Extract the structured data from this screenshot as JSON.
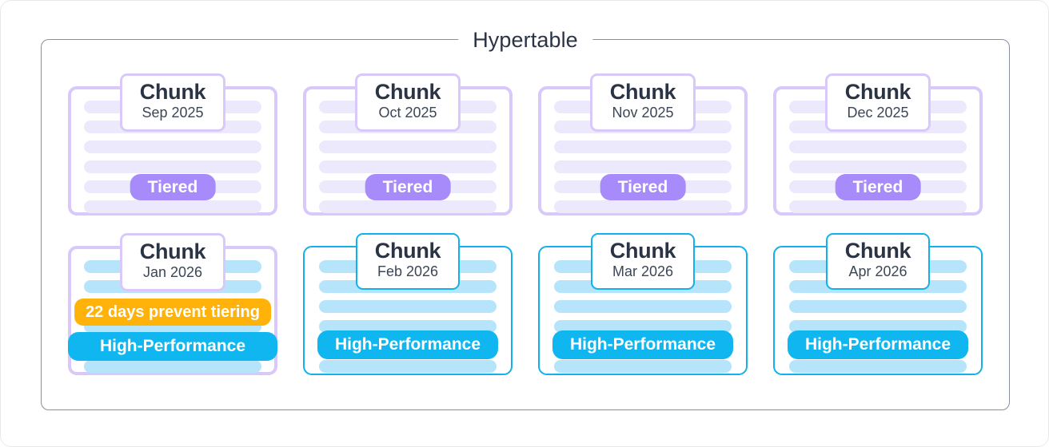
{
  "frame": {
    "title": "Hypertable"
  },
  "colors": {
    "tiered_border": "#d8c9fa",
    "tiered_row": "#ece9fd",
    "tiered_pill": "#a78bfa",
    "hot_border": "#12b0ec",
    "hot_row": "#b5e4fb",
    "hot_pill": "#0fb6f0",
    "warning": "#ffb30a",
    "frame_border": "#8b909e",
    "text": "#2b3445"
  },
  "chunks": [
    {
      "title": "Chunk",
      "date": "Sep 2025",
      "state": "tiered",
      "status_label": "Tiered",
      "row_count": 6,
      "banner": null
    },
    {
      "title": "Chunk",
      "date": "Oct 2025",
      "state": "tiered",
      "status_label": "Tiered",
      "row_count": 6,
      "banner": null
    },
    {
      "title": "Chunk",
      "date": "Nov 2025",
      "state": "tiered",
      "status_label": "Tiered",
      "row_count": 6,
      "banner": null
    },
    {
      "title": "Chunk",
      "date": "Dec 2025",
      "state": "tiered",
      "status_label": "Tiered",
      "row_count": 6,
      "banner": null
    },
    {
      "title": "Chunk",
      "date": "Jan 2026",
      "state": "transition",
      "status_label": "High-Performance",
      "row_count": 6,
      "banner": "22 days prevent tiering"
    },
    {
      "title": "Chunk",
      "date": "Feb 2026",
      "state": "hot",
      "status_label": "High-Performance",
      "row_count": 6,
      "banner": null
    },
    {
      "title": "Chunk",
      "date": "Mar 2026",
      "state": "hot",
      "status_label": "High-Performance",
      "row_count": 6,
      "banner": null
    },
    {
      "title": "Chunk",
      "date": "Apr 2026",
      "state": "hot",
      "status_label": "High-Performance",
      "row_count": 6,
      "banner": null
    }
  ]
}
